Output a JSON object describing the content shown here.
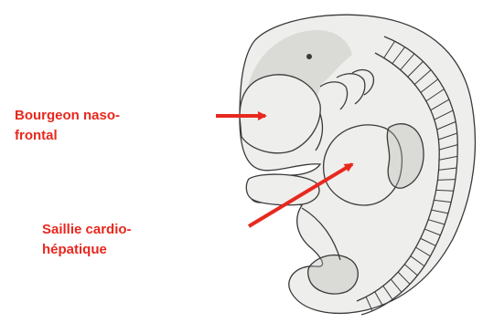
{
  "labels": {
    "nasofrontal": {
      "line1": "Bourgeon naso-",
      "line2": "frontal"
    },
    "cardio": {
      "line1": "Saillie cardio-",
      "line2": "hépatique"
    }
  },
  "colors": {
    "label": "#e8281e",
    "arrow": "#e8281e",
    "outline": "#3a3a3a",
    "embryo_fill": "#eeeeec",
    "shading": "#b5b5b2"
  },
  "icons": {
    "arrow_nasofrontal": "arrow-right-icon",
    "arrow_cardio": "arrow-up-right-icon"
  }
}
